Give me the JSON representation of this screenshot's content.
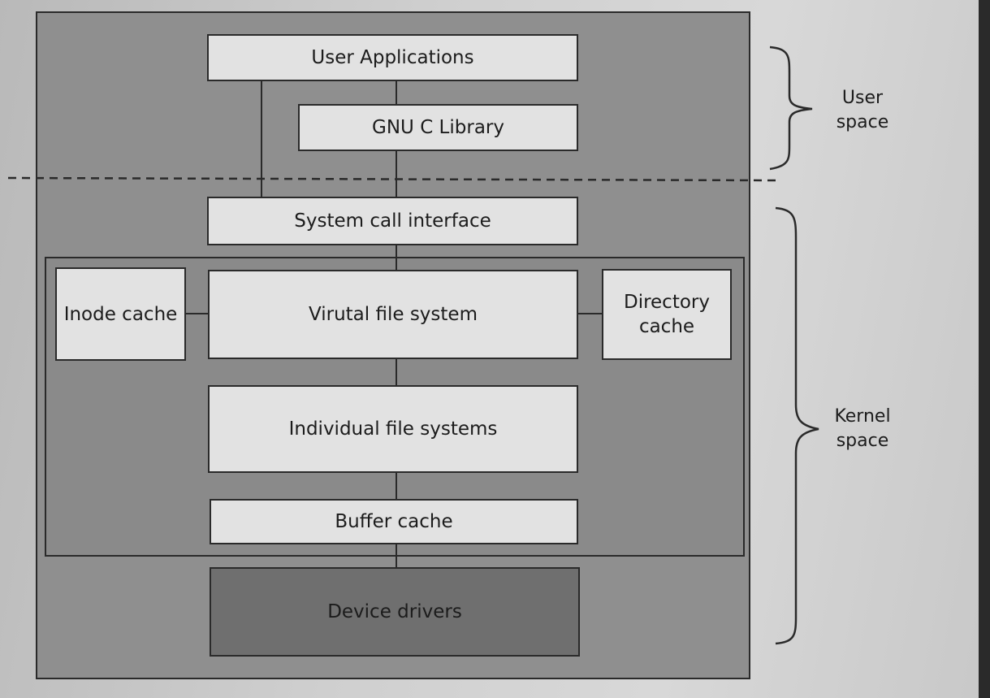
{
  "boxes": {
    "user_applications": "User Applications",
    "gnu_c_library": "GNU C Library",
    "system_call_interface": "System call interface",
    "inode_cache": "Inode cache",
    "virtual_file_system": "Virutal file system",
    "directory_cache_line1": "Directory",
    "directory_cache_line2": "cache",
    "individual_file_systems": "Individual file systems",
    "buffer_cache": "Buffer cache",
    "device_drivers": "Device drivers"
  },
  "labels": {
    "user_space_line1": "User",
    "user_space_line2": "space",
    "kernel_space_line1": "Kernel",
    "kernel_space_line2": "space"
  }
}
